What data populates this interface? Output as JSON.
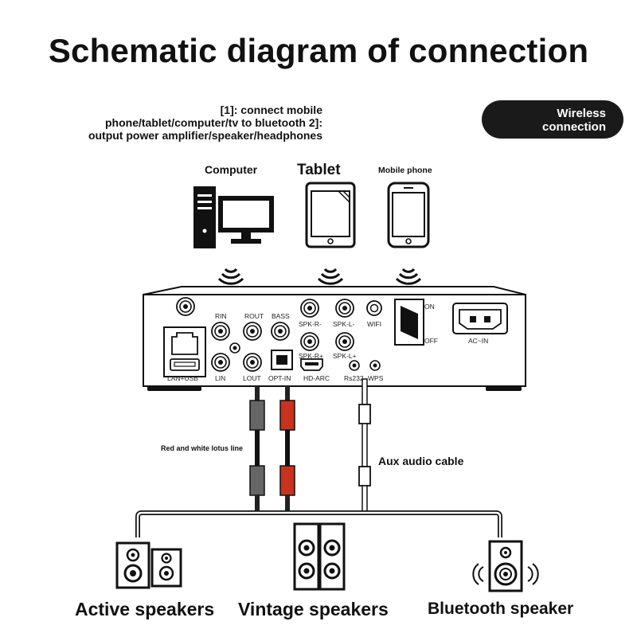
{
  "title": "Schematic diagram of connection",
  "note": {
    "line1": "[1]: connect mobile",
    "line2": "phone/tablet/computer/tv to bluetooth 2]:",
    "line3": "output power amplifier/speaker/headphones"
  },
  "badge": {
    "line1": "Wireless",
    "line2": "connection"
  },
  "devices": {
    "computer": "Computer",
    "tablet": "Tablet",
    "phone": "Mobile phone"
  },
  "panel": {
    "rin": "RIN",
    "rout": "ROUT",
    "bass": "BASS",
    "spk_r_minus": "SPK-R-",
    "spk_l_minus": "SPK-L-",
    "wifi": "WIFI",
    "spk_r_plus": "SPK-R+",
    "spk_l_plus": "SPK-L+",
    "lan_usb": "LAN+USB",
    "lin": "LIN",
    "lout": "LOUT",
    "opt_in": "OPT-IN",
    "hd_arc": "HD-ARC",
    "rs232": "Rs232",
    "wps": "WPS",
    "on": "ON",
    "off": "OFF",
    "ac_in": "AC~IN"
  },
  "cables": {
    "rca": "Red and white lotus line",
    "aux": "Aux audio cable"
  },
  "outputs": {
    "active": "Active speakers",
    "vintage": "Vintage speakers",
    "bluetooth": "Bluetooth speaker"
  },
  "colors": {
    "accent_red": "#c8321f",
    "rca_white": "#666666",
    "badge_bg": "#1a1a1a"
  }
}
